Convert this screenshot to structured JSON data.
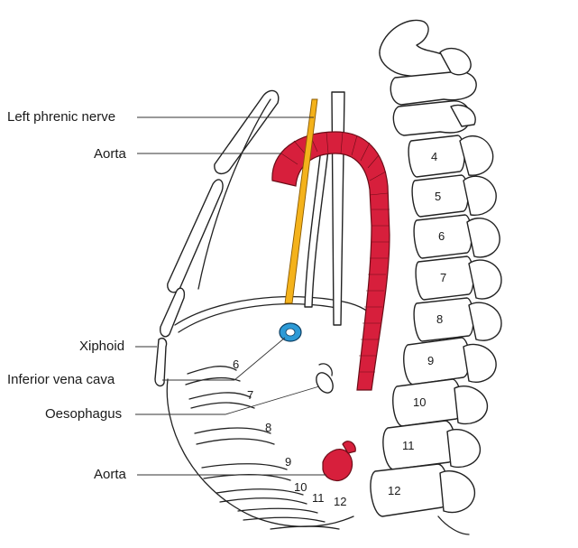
{
  "labels": {
    "left_phrenic_nerve": "Left phrenic nerve",
    "aorta_upper": "Aorta",
    "xiphoid": "Xiphoid",
    "inferior_vena_cava": "Inferior vena cava",
    "oesophagus": "Oesophagus",
    "aorta_lower": "Aorta"
  },
  "rib_numbers": [
    "6",
    "7",
    "8",
    "9",
    "10",
    "11",
    "12"
  ],
  "vertebra_numbers": [
    "4",
    "5",
    "6",
    "7",
    "8",
    "9",
    "10",
    "11",
    "12"
  ],
  "colors": {
    "aorta": "#d71f3c",
    "phrenic_nerve": "#f4b21b",
    "vena_cava": "#2c9ad6",
    "outline": "#222222"
  }
}
